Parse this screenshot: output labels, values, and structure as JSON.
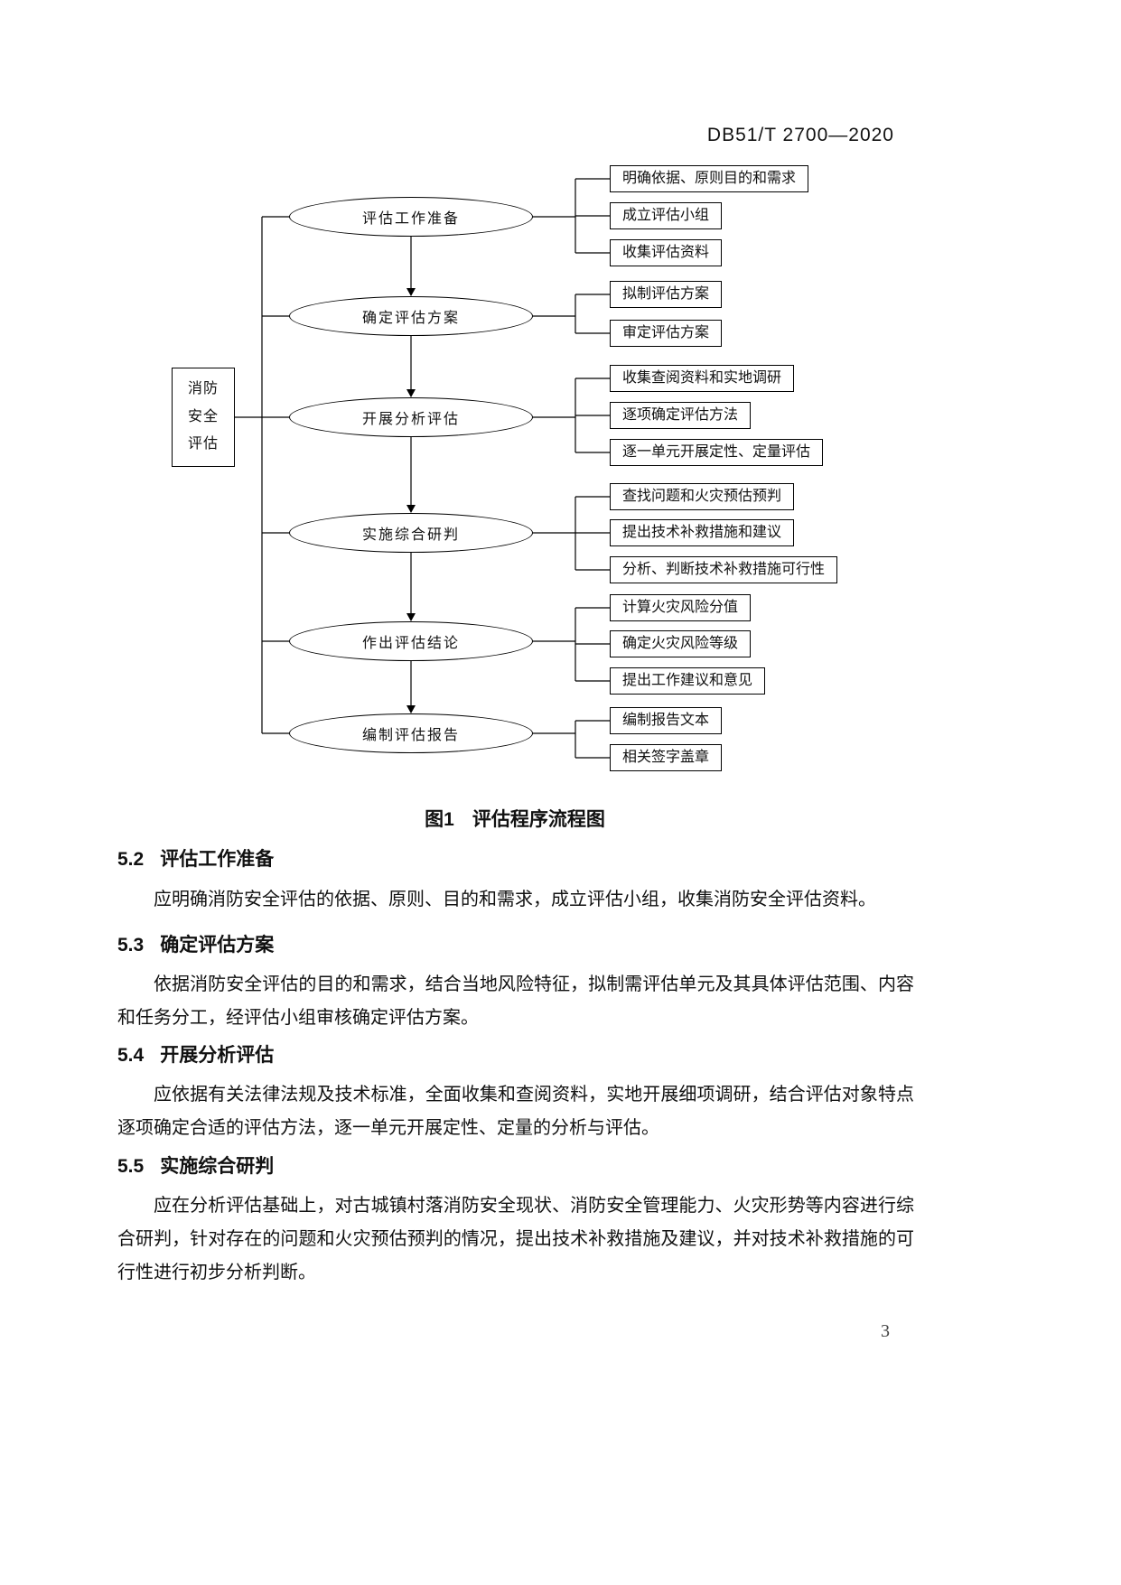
{
  "header": {
    "doc_number": "DB51/T 2700—2020"
  },
  "flowchart": {
    "root_label": "消防安全评估",
    "stages": [
      {
        "label": "评估工作准备",
        "steps": [
          "明确依据、原则目的和需求",
          "成立评估小组",
          "收集评估资料"
        ]
      },
      {
        "label": "确定评估方案",
        "steps": [
          "拟制评估方案",
          "审定评估方案"
        ]
      },
      {
        "label": "开展分析评估",
        "steps": [
          "收集查阅资料和实地调研",
          "逐项确定评估方法",
          "逐一单元开展定性、定量评估"
        ]
      },
      {
        "label": "实施综合研判",
        "steps": [
          "查找问题和火灾预估预判",
          "提出技术补救措施和建议",
          "分析、判断技术补救措施可行性"
        ]
      },
      {
        "label": "作出评估结论",
        "steps": [
          "计算火灾风险分值",
          "确定火灾风险等级",
          "提出工作建议和意见"
        ]
      },
      {
        "label": "编制评估报告",
        "steps": [
          "编制报告文本",
          "相关签字盖章"
        ]
      }
    ],
    "caption_label": "图1",
    "caption_title": "评估程序流程图"
  },
  "sections": [
    {
      "num": "5.2",
      "title": "评估工作准备",
      "body": "应明确消防安全评估的依据、原则、目的和需求，成立评估小组，收集消防安全评估资料。"
    },
    {
      "num": "5.3",
      "title": "确定评估方案",
      "body": "依据消防安全评估的目的和需求，结合当地风险特征，拟制需评估单元及其具体评估范围、内容和任务分工，经评估小组审核确定评估方案。"
    },
    {
      "num": "5.4",
      "title": "开展分析评估",
      "body": "应依据有关法律法规及技术标准，全面收集和查阅资料，实地开展细项调研，结合评估对象特点逐项确定合适的评估方法，逐一单元开展定性、定量的分析与评估。"
    },
    {
      "num": "5.5",
      "title": "实施综合研判",
      "body": "应在分析评估基础上，对古城镇村落消防安全现状、消防安全管理能力、火灾形势等内容进行综合研判，针对存在的问题和火灾预估预判的情况，提出技术补救措施及建议，并对技术补救措施的可行性进行初步分析判断。"
    }
  ],
  "footer": {
    "page_number": "3"
  }
}
